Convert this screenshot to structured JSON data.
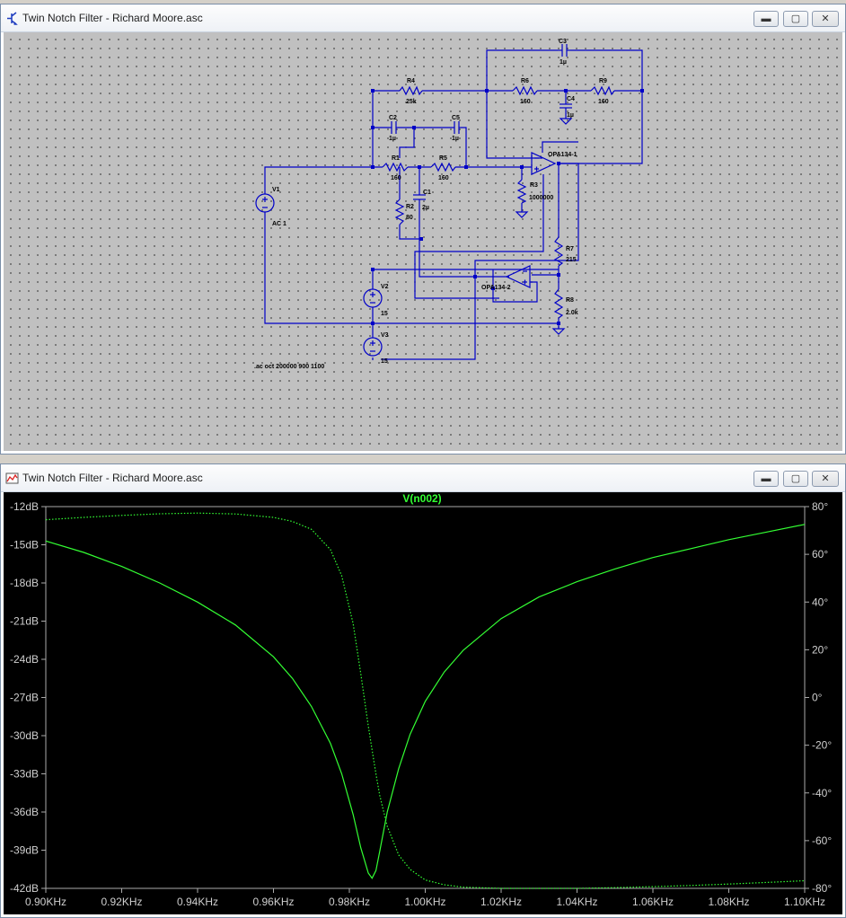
{
  "schematic_window": {
    "title": "Twin Notch Filter - Richard Moore.asc"
  },
  "waveform_window": {
    "title": "Twin Notch Filter - Richard Moore.asc"
  },
  "window_controls": {
    "minimize": "▬",
    "maximize": "▢",
    "close": "✕"
  },
  "schematic": {
    "labels": {
      "c3": "C3",
      "c3_val": "1µ",
      "r4": "R4",
      "r4_val": "25k",
      "r6": "R6",
      "r6_val": "160",
      "r9": "R9",
      "r9_val": "160",
      "c4": "C4",
      "c4_val": "1µ",
      "c2": "C2",
      "c2_val": "1µ",
      "c5": "C5",
      "c5_val": "1µ",
      "opa1": "OPA134-1",
      "r1": "R1",
      "r1_val": "160",
      "r5": "R5",
      "r5_val": "160",
      "c1": "C1",
      "c1_val": "2µ",
      "r3": "R3",
      "r3_val": "1000000",
      "r2": "R2",
      "r2_val": "80",
      "v1": "V1",
      "v1_val": "AC 1",
      "r7": "R7",
      "r7_val": "215",
      "v2": "V2",
      "v2_val": "15",
      "opa2": "OPA134-2",
      "r8": "R8",
      "r8_val": "2.0k",
      "v3": "V3",
      "v3_val": "15",
      "directive": ".ac oct 200000 900 1100"
    }
  },
  "chart_data": {
    "type": "line",
    "title": "V(n002)",
    "x_ticks": [
      "0.90KHz",
      "0.92KHz",
      "0.94KHz",
      "0.96KHz",
      "0.98KHz",
      "1.00KHz",
      "1.02KHz",
      "1.04KHz",
      "1.06KHz",
      "1.08KHz",
      "1.10KHz"
    ],
    "y_left_ticks": [
      "-12dB",
      "-15dB",
      "-18dB",
      "-21dB",
      "-24dB",
      "-27dB",
      "-30dB",
      "-33dB",
      "-36dB",
      "-39dB",
      "-42dB"
    ],
    "y_right_ticks": [
      "80°",
      "60°",
      "40°",
      "20°",
      "0°",
      "-20°",
      "-40°",
      "-60°",
      "-80°"
    ],
    "xlim": [
      0.9,
      1.1
    ],
    "ylim_left": [
      -42,
      -12
    ],
    "ylim_right": [
      -80,
      80
    ],
    "grid": false,
    "trace_color": "#33ff33",
    "series": [
      {
        "axis": "left",
        "style": "solid",
        "x": [
          0.9,
          0.91,
          0.92,
          0.93,
          0.94,
          0.95,
          0.96,
          0.965,
          0.97,
          0.975,
          0.978,
          0.981,
          0.983,
          0.985,
          0.986,
          0.987,
          0.988,
          0.99,
          0.993,
          0.996,
          1.0,
          1.005,
          1.01,
          1.02,
          1.03,
          1.04,
          1.05,
          1.06,
          1.07,
          1.08,
          1.09,
          1.1
        ],
        "y": [
          -14.7,
          -15.6,
          -16.7,
          -18.0,
          -19.5,
          -21.3,
          -23.8,
          -25.5,
          -27.7,
          -30.6,
          -33.0,
          -36.2,
          -38.8,
          -40.8,
          -41.2,
          -40.6,
          -39.1,
          -36.0,
          -32.6,
          -29.9,
          -27.3,
          -25.0,
          -23.3,
          -20.8,
          -19.1,
          -17.9,
          -16.9,
          -16.0,
          -15.3,
          -14.6,
          -14.0,
          -13.4
        ]
      },
      {
        "axis": "right",
        "style": "dotted",
        "x": [
          0.9,
          0.91,
          0.92,
          0.93,
          0.94,
          0.95,
          0.96,
          0.965,
          0.97,
          0.975,
          0.978,
          0.981,
          0.983,
          0.985,
          0.986,
          0.987,
          0.988,
          0.99,
          0.993,
          0.996,
          1.0,
          1.005,
          1.01,
          1.02,
          1.03,
          1.04,
          1.05,
          1.06,
          1.07,
          1.08,
          1.09,
          1.1
        ],
        "y": [
          74.5,
          75.5,
          76.3,
          77.0,
          77.3,
          76.9,
          75.5,
          73.8,
          70.5,
          62.0,
          51.0,
          31.0,
          10.0,
          -12.0,
          -22.0,
          -32.0,
          -41.0,
          -54.0,
          -66.0,
          -72.0,
          -76.5,
          -78.5,
          -79.5,
          -80.0,
          -80.0,
          -80.0,
          -79.7,
          -79.3,
          -78.8,
          -78.2,
          -77.5,
          -76.8
        ]
      }
    ]
  }
}
